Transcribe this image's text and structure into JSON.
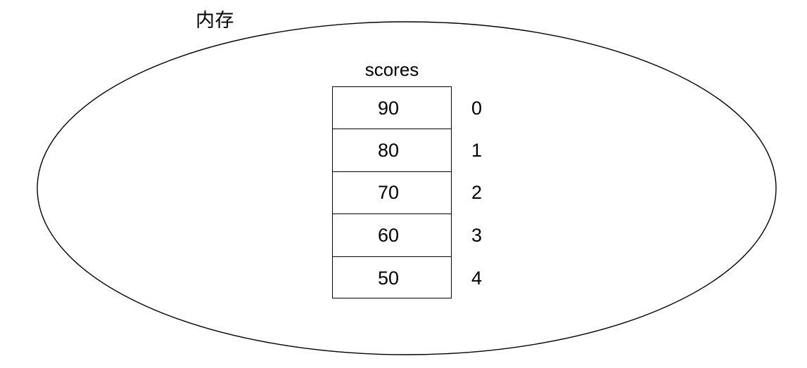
{
  "diagram": {
    "memory_region": {
      "label": "内存",
      "shape": "ellipse",
      "stroke_color": "#000000"
    },
    "array": {
      "title": "scores",
      "border_color": "#000000",
      "cells": [
        {
          "value": "90",
          "index": "0"
        },
        {
          "value": "80",
          "index": "1"
        },
        {
          "value": "70",
          "index": "2"
        },
        {
          "value": "60",
          "index": "3"
        },
        {
          "value": "50",
          "index": "4"
        }
      ]
    },
    "background_color": "#ffffff"
  }
}
